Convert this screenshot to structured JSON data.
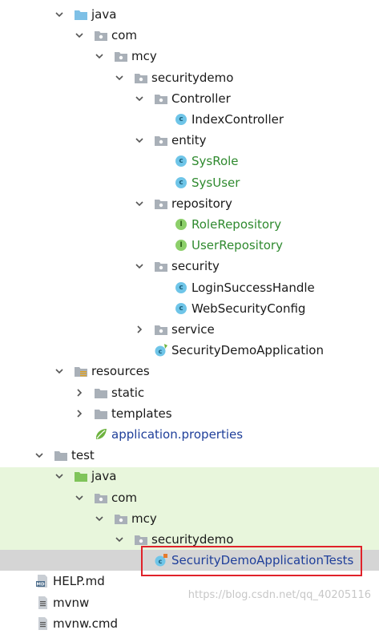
{
  "tree": [
    {
      "label": "java",
      "depth": 0,
      "expand": "open",
      "icon": "folder-source-icon",
      "color": "default"
    },
    {
      "label": "com",
      "depth": 1,
      "expand": "open",
      "icon": "package-icon",
      "color": "default"
    },
    {
      "label": "mcy",
      "depth": 2,
      "expand": "open",
      "icon": "package-icon",
      "color": "default"
    },
    {
      "label": "securitydemo",
      "depth": 3,
      "expand": "open",
      "icon": "package-icon",
      "color": "default"
    },
    {
      "label": "Controller",
      "depth": 4,
      "expand": "open",
      "icon": "package-icon",
      "color": "default"
    },
    {
      "label": "IndexController",
      "depth": 5,
      "expand": "none",
      "icon": "class-icon",
      "color": "default"
    },
    {
      "label": "entity",
      "depth": 4,
      "expand": "open",
      "icon": "package-icon",
      "color": "default"
    },
    {
      "label": "SysRole",
      "depth": 5,
      "expand": "none",
      "icon": "class-icon",
      "color": "green"
    },
    {
      "label": "SysUser",
      "depth": 5,
      "expand": "none",
      "icon": "class-icon",
      "color": "green"
    },
    {
      "label": "repository",
      "depth": 4,
      "expand": "open",
      "icon": "package-icon",
      "color": "default"
    },
    {
      "label": "RoleRepository",
      "depth": 5,
      "expand": "none",
      "icon": "interface-icon",
      "color": "green"
    },
    {
      "label": "UserRepository",
      "depth": 5,
      "expand": "none",
      "icon": "interface-icon",
      "color": "green"
    },
    {
      "label": "security",
      "depth": 4,
      "expand": "open",
      "icon": "package-icon",
      "color": "default"
    },
    {
      "label": "LoginSuccessHandle",
      "depth": 5,
      "expand": "none",
      "icon": "class-icon",
      "color": "default"
    },
    {
      "label": "WebSecurityConfig",
      "depth": 5,
      "expand": "none",
      "icon": "class-icon",
      "color": "default"
    },
    {
      "label": "service",
      "depth": 4,
      "expand": "closed",
      "icon": "package-icon",
      "color": "default"
    },
    {
      "label": "SecurityDemoApplication",
      "depth": 4,
      "expand": "none",
      "icon": "spring-boot-class-icon",
      "color": "default"
    },
    {
      "label": "resources",
      "depth": 0,
      "expand": "open",
      "icon": "folder-resources-icon",
      "color": "default"
    },
    {
      "label": "static",
      "depth": 1,
      "expand": "closed",
      "icon": "folder-icon",
      "color": "default"
    },
    {
      "label": "templates",
      "depth": 1,
      "expand": "closed",
      "icon": "folder-icon",
      "color": "default"
    },
    {
      "label": "application.properties",
      "depth": 1,
      "expand": "none",
      "icon": "spring-properties-icon",
      "color": "blue"
    },
    {
      "label": "test",
      "depth": -1,
      "expand": "open",
      "icon": "folder-icon",
      "color": "default"
    },
    {
      "label": "java",
      "depth": 0,
      "expand": "open",
      "icon": "folder-test-source-icon",
      "color": "default"
    },
    {
      "label": "com",
      "depth": 1,
      "expand": "open",
      "icon": "package-icon",
      "color": "default"
    },
    {
      "label": "mcy",
      "depth": 2,
      "expand": "open",
      "icon": "package-icon",
      "color": "default"
    },
    {
      "label": "securitydemo",
      "depth": 3,
      "expand": "open",
      "icon": "package-icon",
      "color": "default"
    },
    {
      "label": "SecurityDemoApplicationTests",
      "depth": 4,
      "expand": "none",
      "icon": "spring-test-class-icon",
      "color": "blue",
      "selected": true,
      "highlighted": true
    },
    {
      "label": "HELP.md",
      "depth": -2,
      "expand": "none",
      "icon": "markdown-file-icon",
      "color": "default"
    },
    {
      "label": "mvnw",
      "depth": -2,
      "expand": "none",
      "icon": "text-file-icon",
      "color": "default"
    },
    {
      "label": "mvnw.cmd",
      "depth": -2,
      "expand": "none",
      "icon": "text-file-icon",
      "color": "default"
    }
  ],
  "colors": {
    "green": "#2f8a2f",
    "blue": "#1f3f9a",
    "default": "#1a1a1a",
    "test_band": "#e8f6dc",
    "selected_row": "#d5d5d5",
    "annotation_box": "#e0222a"
  },
  "watermark": "https://blog.csdn.net/qq_40205116"
}
